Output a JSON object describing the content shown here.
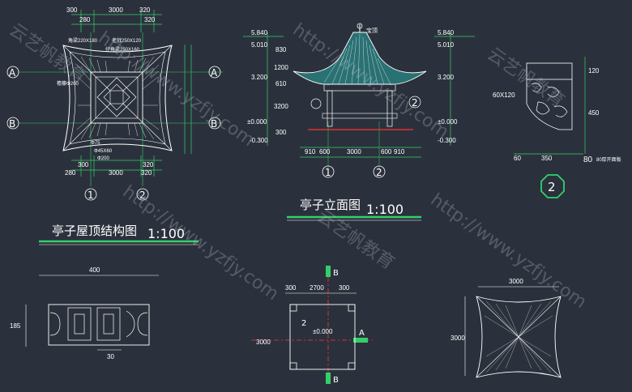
{
  "colors": {
    "background": "#2b313c",
    "line": "#ffffff",
    "dimension": "#33d06a",
    "roof_tile": "#2aa6a0",
    "accent": "#ff3333"
  },
  "roof_plan": {
    "title": "亭子屋顶结构图",
    "scale": "1:100",
    "dims_top": [
      "300",
      "3000",
      "320"
    ],
    "dims_top2": [
      "280",
      "320"
    ],
    "dims_bottom": [
      "280",
      "3000",
      "320"
    ],
    "dims_bottom2": [
      "300",
      "320"
    ],
    "axis_a": "A",
    "axis_b": "B",
    "axis_1": "1",
    "axis_2": "2",
    "notes": [
      "角梁220X180",
      "老戗250X120",
      "仔角梁250X160",
      "檐檩Φ200",
      "Φ75",
      "Φ45X60",
      "Φ200"
    ]
  },
  "elevation": {
    "title": "亭子立面图",
    "scale": "1:100",
    "levels_left": [
      "5.840",
      "5.010",
      "3.200",
      "±0.000",
      "-0.300"
    ],
    "levels_right": [
      "5.840",
      "5.010",
      "3.200",
      "±0.000",
      "-0.300"
    ],
    "dims_side": [
      "830",
      "1200",
      "610",
      "3200",
      "300"
    ],
    "dims_bottom": [
      "910",
      "600",
      "3000",
      "600",
      "910"
    ],
    "axis_1": "1",
    "axis_2": "2",
    "top_note": "宝顶",
    "circle_2": "2"
  },
  "detail": {
    "dims": [
      "120",
      "450",
      "60X120",
      "60",
      "350",
      "80"
    ],
    "note": "80厚开面板",
    "marker": "2"
  },
  "lattice": {
    "width": "400",
    "height": "185",
    "bottom": "30"
  },
  "plan": {
    "dims_top": [
      "300",
      "2700",
      "300"
    ],
    "dim_side": "3000",
    "level": "±0.000",
    "axis_b": "B",
    "axis_a": "A",
    "marker": "2"
  },
  "roof_top": {
    "dim_top": "3000",
    "dim_side": "3000"
  },
  "watermarks": [
    "云艺帆教育",
    "http://www.yzfjy.com"
  ]
}
